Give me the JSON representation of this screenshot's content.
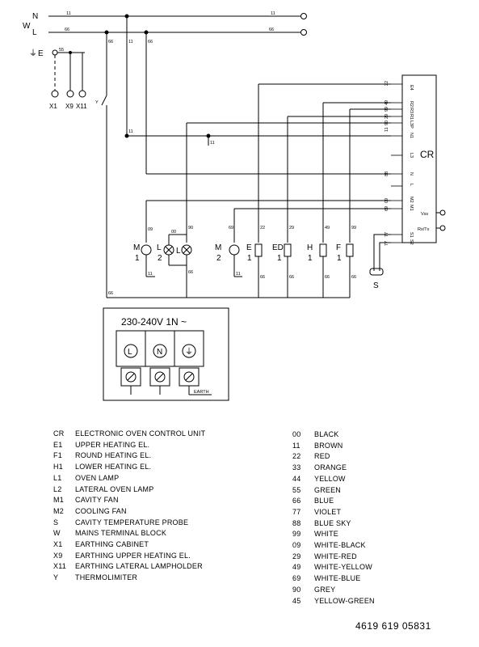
{
  "diagram": {
    "rails": {
      "n": "N",
      "w": "W",
      "l": "L",
      "e": "E"
    },
    "rail_wire_codes": {
      "n_left": "11",
      "n_right": "11",
      "l_left": "66",
      "l_right": "66",
      "e": "55"
    },
    "earth_points": [
      "X1",
      "X9",
      "X11"
    ],
    "thermolimiter": "Y",
    "drop_codes": {
      "l_drop": "66",
      "n_drop": "11",
      "l_drop2": "66",
      "n_mid": "11",
      "n_mid2": "11",
      "l_bottom": "66"
    },
    "cr": {
      "name": "CR",
      "pins_top": [
        "E4",
        "R2",
        "R3",
        "R1",
        "L3P",
        "N1"
      ],
      "pins_top_wires": [
        "22",
        "49",
        "99",
        "29",
        "90",
        "11"
      ],
      "pins_mid": [
        "L3",
        "N",
        "L",
        "M2",
        "M1"
      ],
      "pins_mid_wires": [
        "88",
        "09",
        "69"
      ],
      "pins_bottom": [
        "S1",
        "S2"
      ],
      "pins_bottom_wires": [
        "77",
        "77"
      ],
      "vss": "Vss",
      "rxtx": "Rx/Tx"
    },
    "components": [
      {
        "id": "M1",
        "label": "M",
        "sub": "1",
        "top": "09",
        "bottom": "11"
      },
      {
        "id": "L2",
        "label": "L",
        "sub": "2",
        "top": "00"
      },
      {
        "id": "L1",
        "label": "L",
        "sub": "1",
        "top": "90",
        "bottom": "66"
      },
      {
        "id": "M2",
        "label": "M",
        "sub": "2",
        "top": "69",
        "bottom": "11"
      },
      {
        "id": "E1",
        "label": "E",
        "sub": "1",
        "top": "22",
        "bottom": "66"
      },
      {
        "id": "ED1",
        "label": "ED",
        "sub": "1",
        "top": "29",
        "bottom": "66"
      },
      {
        "id": "H1",
        "label": "H",
        "sub": "1",
        "top": "49",
        "bottom": "66"
      },
      {
        "id": "F1",
        "label": "F",
        "sub": "1",
        "top": "99",
        "bottom": "66"
      },
      {
        "id": "S",
        "label": "S"
      }
    ],
    "terminal_block": {
      "voltage": "230-240V 1N ~",
      "terminals": [
        "L",
        "N",
        "⏚"
      ],
      "earth_label": "EARTH"
    }
  },
  "legend_components": [
    {
      "code": "CR",
      "text": "ELECTRONIC OVEN CONTROL UNIT"
    },
    {
      "code": "E1",
      "text": "UPPER HEATING EL."
    },
    {
      "code": "F1",
      "text": "ROUND HEATING EL."
    },
    {
      "code": "H1",
      "text": "LOWER HEATING EL."
    },
    {
      "code": "L1",
      "text": "OVEN LAMP"
    },
    {
      "code": "L2",
      "text": "LATERAL OVEN LAMP"
    },
    {
      "code": "M1",
      "text": "CAVITY FAN"
    },
    {
      "code": "M2",
      "text": "COOLING FAN"
    },
    {
      "code": "S",
      "text": "CAVITY TEMPERATURE PROBE"
    },
    {
      "code": "W",
      "text": "MAINS TERMINAL BLOCK"
    },
    {
      "code": "X1",
      "text": "EARTHING CABINET"
    },
    {
      "code": "X9",
      "text": "EARTHING UPPER HEATING EL."
    },
    {
      "code": "X11",
      "text": "EARTHING LATERAL LAMPHOLDER"
    },
    {
      "code": "Y",
      "text": "THERMOLIMITER"
    }
  ],
  "legend_colors": [
    {
      "code": "00",
      "text": "BLACK"
    },
    {
      "code": "11",
      "text": "BROWN"
    },
    {
      "code": "22",
      "text": "RED"
    },
    {
      "code": "33",
      "text": "ORANGE"
    },
    {
      "code": "44",
      "text": "YELLOW"
    },
    {
      "code": "55",
      "text": "GREEN"
    },
    {
      "code": "66",
      "text": "BLUE"
    },
    {
      "code": "77",
      "text": "VIOLET"
    },
    {
      "code": "88",
      "text": "BLUE SKY"
    },
    {
      "code": "99",
      "text": "WHITE"
    },
    {
      "code": "09",
      "text": "WHITE-BLACK"
    },
    {
      "code": "29",
      "text": "WHITE-RED"
    },
    {
      "code": "49",
      "text": "WHITE-YELLOW"
    },
    {
      "code": "69",
      "text": "WHITE-BLUE"
    },
    {
      "code": "90",
      "text": "GREY"
    },
    {
      "code": "45",
      "text": "YELLOW-GREEN"
    }
  ],
  "doc_number": "4619 619 05831"
}
